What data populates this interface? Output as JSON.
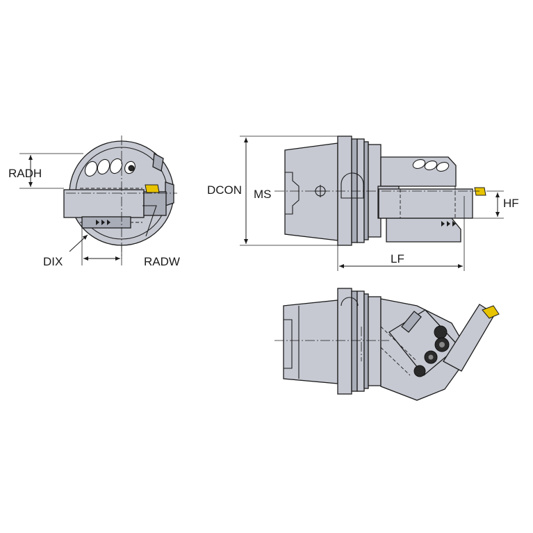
{
  "labels": {
    "radh": "RADH",
    "dix": "DIX",
    "radw": "RADW",
    "dcon": "DCON",
    "ms": "MS",
    "hf": "HF",
    "lf": "LF"
  },
  "colors": {
    "body": "#c6c9d2",
    "body_dark": "#a9adb8",
    "insert": "#e7c300",
    "line": "#1c1c1c",
    "background": "#ffffff"
  }
}
